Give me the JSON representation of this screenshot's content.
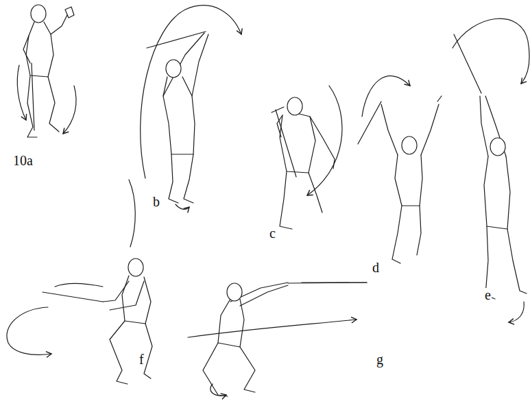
{
  "diagram": {
    "labels": [
      "10a",
      "b",
      "c",
      "d",
      "e",
      "f",
      "g"
    ]
  }
}
